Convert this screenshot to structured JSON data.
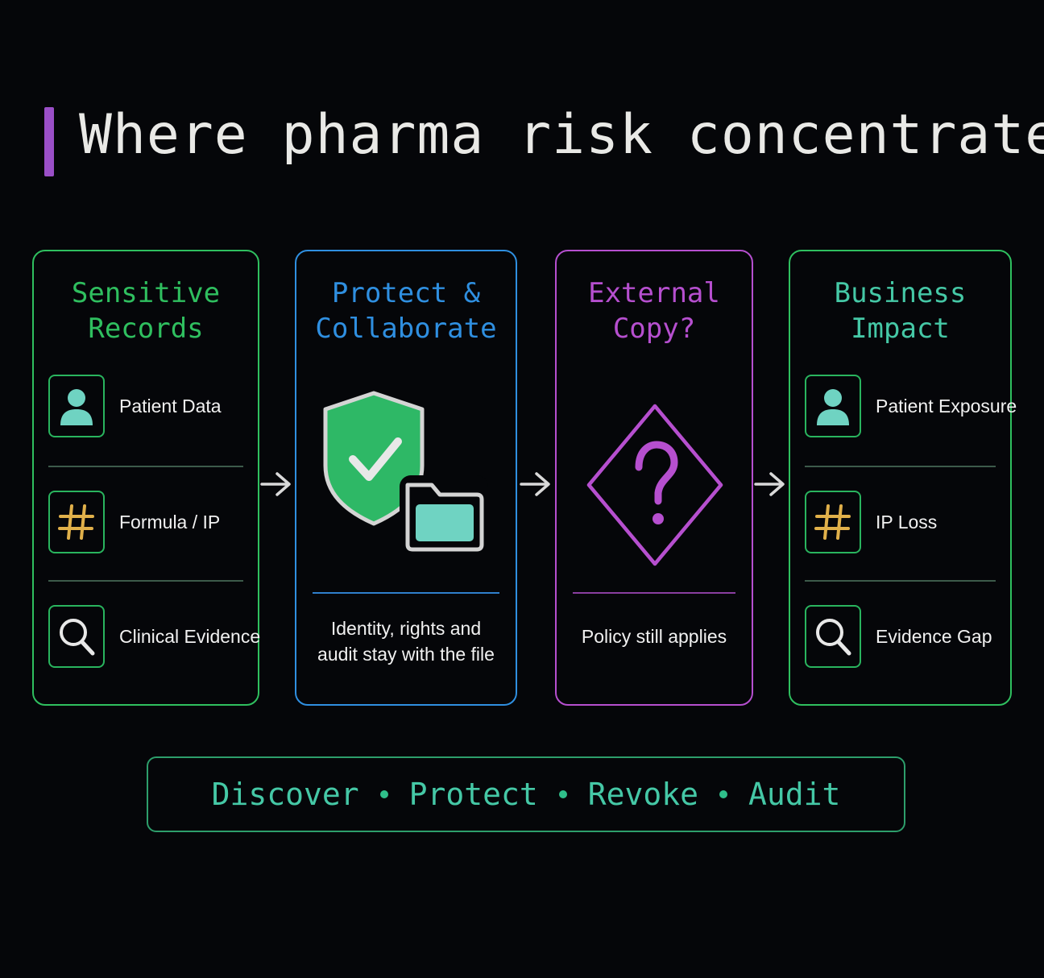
{
  "title": "Where pharma risk concentrates",
  "cards": [
    {
      "title_line1": "Sensitive",
      "title_line2": "Records",
      "items": [
        {
          "label": "Patient Data",
          "icon": "person-icon"
        },
        {
          "label": "Formula / IP",
          "icon": "hash-icon"
        },
        {
          "label": "Clinical Evidence",
          "icon": "search-icon"
        }
      ],
      "color": "#2fbf5f"
    },
    {
      "title_line1": "Protect &",
      "title_line2": "Collaborate",
      "caption_line1": "Identity, rights and",
      "caption_line2": "audit stay with the file",
      "icon": "shield-check-folder-icon",
      "color": "#2f8fe0"
    },
    {
      "title_line1": "External",
      "title_line2": "Copy?",
      "caption": "Policy still applies",
      "icon": "question-diamond-icon",
      "color": "#b64fcf"
    },
    {
      "title_line1": "Business",
      "title_line2": "Impact",
      "items": [
        {
          "label": "Patient Exposure",
          "icon": "person-icon"
        },
        {
          "label": "IP Loss",
          "icon": "hash-icon"
        },
        {
          "label": "Evidence Gap",
          "icon": "search-icon"
        }
      ],
      "color": "#2fbf5f"
    }
  ],
  "footer": {
    "steps": [
      "Discover",
      "Protect",
      "Revoke",
      "Audit"
    ]
  },
  "colors": {
    "background": "#050609",
    "green": "#2fbf5f",
    "blue": "#2f8fe0",
    "purple": "#b64fcf",
    "teal": "#6fd3c2",
    "gold": "#e0b04a",
    "title_accent": "#9a4fc7"
  }
}
